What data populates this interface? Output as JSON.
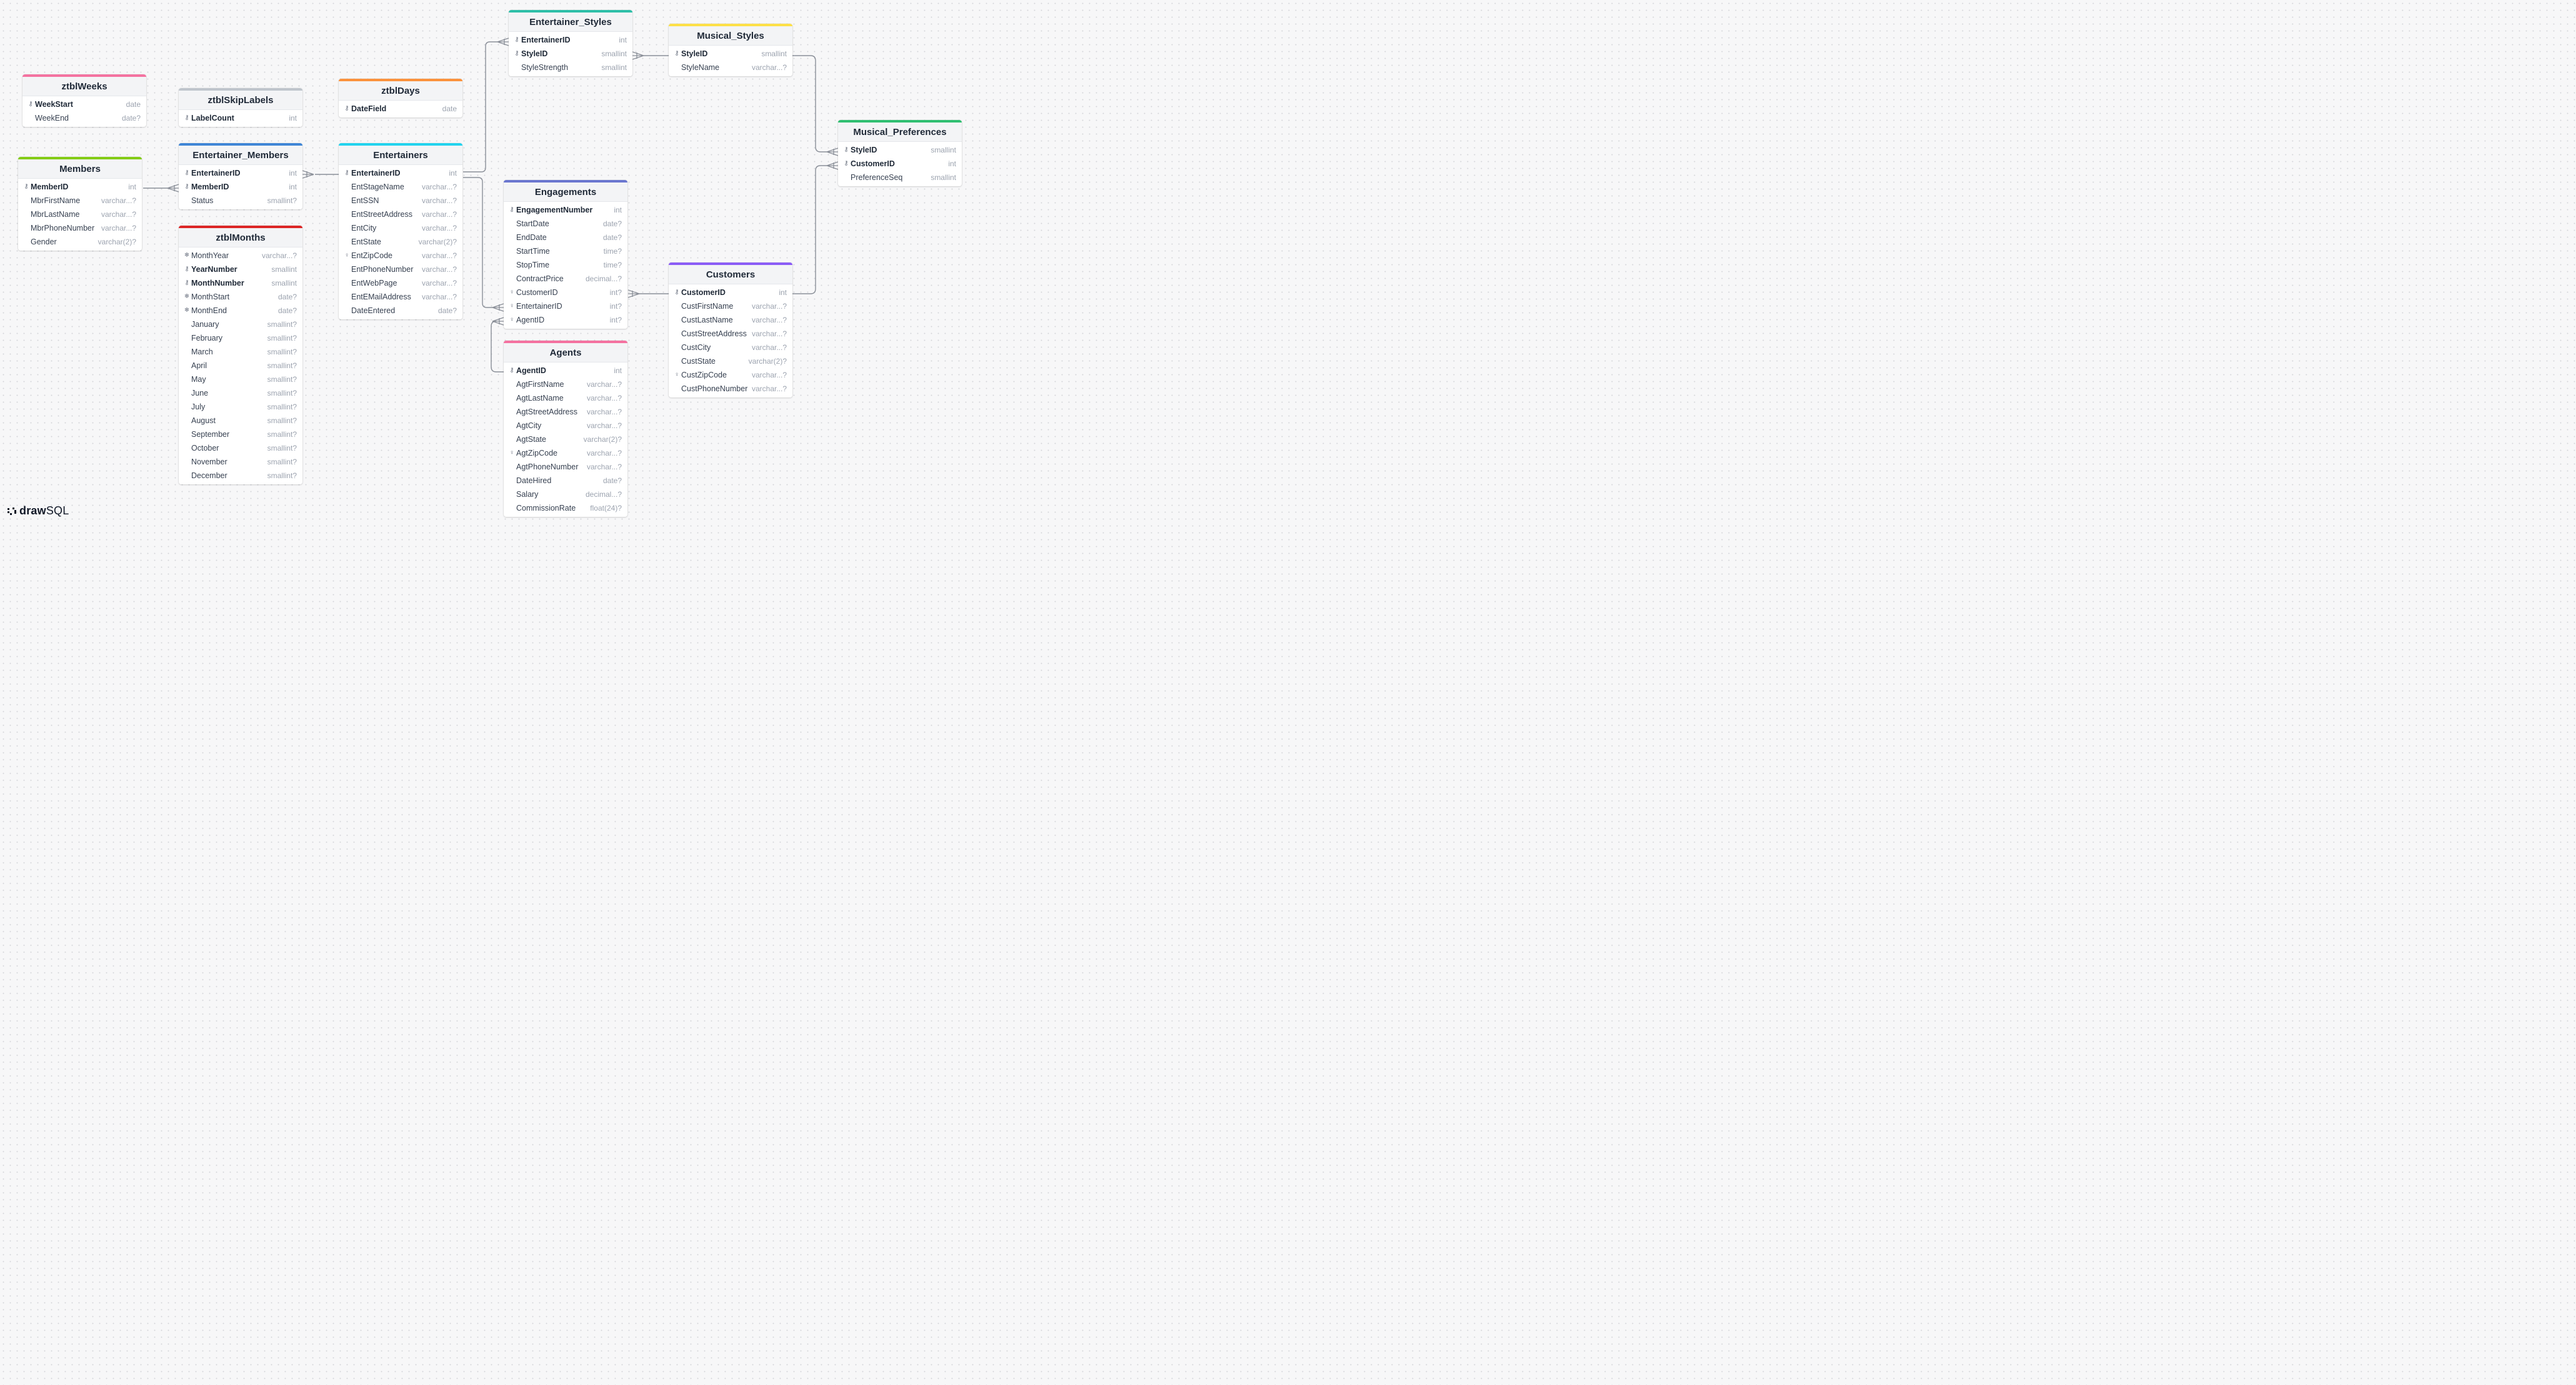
{
  "app": {
    "brand_bold": "draw",
    "brand_rest": "SQL"
  },
  "colors": {
    "grid_dot": "#d4d6da",
    "edge": "#8a8f98",
    "pink": "#f472a0",
    "gray": "#bfc5cc",
    "orange": "#fb923c",
    "teal": "#2dbfa8",
    "yellow": "#fde047",
    "green": "#2fbf71",
    "lime": "#84cc16",
    "blue": "#3f86d6",
    "cyan": "#22d3ee",
    "red": "#dc2626",
    "indigo": "#6a76cf",
    "purple": "#8b5cf6"
  },
  "tables": [
    {
      "id": "ztblWeeks",
      "name": "ztblWeeks",
      "color": "pink",
      "columns": [
        {
          "name": "WeekStart",
          "type": "date",
          "icon": "key",
          "pk": true
        },
        {
          "name": "WeekEnd",
          "type": "date?"
        }
      ]
    },
    {
      "id": "ztblSkipLabels",
      "name": "ztblSkipLabels",
      "color": "gray",
      "columns": [
        {
          "name": "LabelCount",
          "type": "int",
          "icon": "key",
          "pk": true
        }
      ]
    },
    {
      "id": "ztblDays",
      "name": "ztblDays",
      "color": "orange",
      "columns": [
        {
          "name": "DateField",
          "type": "date",
          "icon": "key",
          "pk": true
        }
      ]
    },
    {
      "id": "Entertainer_Styles",
      "name": "Entertainer_Styles",
      "color": "teal",
      "columns": [
        {
          "name": "EntertainerID",
          "type": "int",
          "icon": "key",
          "pk": true
        },
        {
          "name": "StyleID",
          "type": "smallint",
          "icon": "key",
          "pk": true
        },
        {
          "name": "StyleStrength",
          "type": "smallint"
        }
      ]
    },
    {
      "id": "Musical_Styles",
      "name": "Musical_Styles",
      "color": "yellow",
      "columns": [
        {
          "name": "StyleID",
          "type": "smallint",
          "icon": "key",
          "pk": true
        },
        {
          "name": "StyleName",
          "type": "varchar...?"
        }
      ]
    },
    {
      "id": "Musical_Preferences",
      "name": "Musical_Preferences",
      "color": "green",
      "columns": [
        {
          "name": "StyleID",
          "type": "smallint",
          "icon": "key",
          "pk": true
        },
        {
          "name": "CustomerID",
          "type": "int",
          "icon": "key",
          "pk": true
        },
        {
          "name": "PreferenceSeq",
          "type": "smallint"
        }
      ]
    },
    {
      "id": "Members",
      "name": "Members",
      "color": "lime",
      "columns": [
        {
          "name": "MemberID",
          "type": "int",
          "icon": "key",
          "pk": true
        },
        {
          "name": "MbrFirstName",
          "type": "varchar...?"
        },
        {
          "name": "MbrLastName",
          "type": "varchar...?"
        },
        {
          "name": "MbrPhoneNumber",
          "type": "varchar...?"
        },
        {
          "name": "Gender",
          "type": "varchar(2)?"
        }
      ]
    },
    {
      "id": "Entertainer_Members",
      "name": "Entertainer_Members",
      "color": "blue",
      "columns": [
        {
          "name": "EntertainerID",
          "type": "int",
          "icon": "key",
          "pk": true
        },
        {
          "name": "MemberID",
          "type": "int",
          "icon": "key",
          "pk": true
        },
        {
          "name": "Status",
          "type": "smallint?"
        }
      ]
    },
    {
      "id": "Entertainers",
      "name": "Entertainers",
      "color": "cyan",
      "columns": [
        {
          "name": "EntertainerID",
          "type": "int",
          "icon": "key",
          "pk": true
        },
        {
          "name": "EntStageName",
          "type": "varchar...?"
        },
        {
          "name": "EntSSN",
          "type": "varchar...?"
        },
        {
          "name": "EntStreetAddress",
          "type": "varchar...?"
        },
        {
          "name": "EntCity",
          "type": "varchar...?"
        },
        {
          "name": "EntState",
          "type": "varchar(2)?"
        },
        {
          "name": "EntZipCode",
          "type": "varchar...?",
          "icon": "index"
        },
        {
          "name": "EntPhoneNumber",
          "type": "varchar...?"
        },
        {
          "name": "EntWebPage",
          "type": "varchar...?"
        },
        {
          "name": "EntEMailAddress",
          "type": "varchar...?"
        },
        {
          "name": "DateEntered",
          "type": "date?"
        }
      ]
    },
    {
      "id": "ztblMonths",
      "name": "ztblMonths",
      "color": "red",
      "columns": [
        {
          "name": "MonthYear",
          "type": "varchar...?",
          "icon": "unique"
        },
        {
          "name": "YearNumber",
          "type": "smallint",
          "icon": "key",
          "pk": true
        },
        {
          "name": "MonthNumber",
          "type": "smallint",
          "icon": "key",
          "pk": true
        },
        {
          "name": "MonthStart",
          "type": "date?",
          "icon": "unique"
        },
        {
          "name": "MonthEnd",
          "type": "date?",
          "icon": "unique"
        },
        {
          "name": "January",
          "type": "smallint?"
        },
        {
          "name": "February",
          "type": "smallint?"
        },
        {
          "name": "March",
          "type": "smallint?"
        },
        {
          "name": "April",
          "type": "smallint?"
        },
        {
          "name": "May",
          "type": "smallint?"
        },
        {
          "name": "June",
          "type": "smallint?"
        },
        {
          "name": "July",
          "type": "smallint?"
        },
        {
          "name": "August",
          "type": "smallint?"
        },
        {
          "name": "September",
          "type": "smallint?"
        },
        {
          "name": "October",
          "type": "smallint?"
        },
        {
          "name": "November",
          "type": "smallint?"
        },
        {
          "name": "December",
          "type": "smallint?"
        }
      ]
    },
    {
      "id": "Engagements",
      "name": "Engagements",
      "color": "indigo",
      "columns": [
        {
          "name": "EngagementNumber",
          "type": "int",
          "icon": "key",
          "pk": true
        },
        {
          "name": "StartDate",
          "type": "date?"
        },
        {
          "name": "EndDate",
          "type": "date?"
        },
        {
          "name": "StartTime",
          "type": "time?"
        },
        {
          "name": "StopTime",
          "type": "time?"
        },
        {
          "name": "ContractPrice",
          "type": "decimal...?"
        },
        {
          "name": "CustomerID",
          "type": "int?",
          "icon": "index"
        },
        {
          "name": "EntertainerID",
          "type": "int?",
          "icon": "index"
        },
        {
          "name": "AgentID",
          "type": "int?",
          "icon": "index"
        }
      ]
    },
    {
      "id": "Customers",
      "name": "Customers",
      "color": "purple",
      "columns": [
        {
          "name": "CustomerID",
          "type": "int",
          "icon": "key",
          "pk": true
        },
        {
          "name": "CustFirstName",
          "type": "varchar...?"
        },
        {
          "name": "CustLastName",
          "type": "varchar...?"
        },
        {
          "name": "CustStreetAddress",
          "type": "varchar...?"
        },
        {
          "name": "CustCity",
          "type": "varchar...?"
        },
        {
          "name": "CustState",
          "type": "varchar(2)?"
        },
        {
          "name": "CustZipCode",
          "type": "varchar...?",
          "icon": "index"
        },
        {
          "name": "CustPhoneNumber",
          "type": "varchar...?"
        }
      ]
    },
    {
      "id": "Agents",
      "name": "Agents",
      "color": "pink",
      "columns": [
        {
          "name": "AgentID",
          "type": "int",
          "icon": "key",
          "pk": true
        },
        {
          "name": "AgtFirstName",
          "type": "varchar...?"
        },
        {
          "name": "AgtLastName",
          "type": "varchar...?"
        },
        {
          "name": "AgtStreetAddress",
          "type": "varchar...?"
        },
        {
          "name": "AgtCity",
          "type": "varchar...?"
        },
        {
          "name": "AgtState",
          "type": "varchar(2)?"
        },
        {
          "name": "AgtZipCode",
          "type": "varchar...?",
          "icon": "index"
        },
        {
          "name": "AgtPhoneNumber",
          "type": "varchar...?"
        },
        {
          "name": "DateHired",
          "type": "date?"
        },
        {
          "name": "Salary",
          "type": "decimal...?"
        },
        {
          "name": "CommissionRate",
          "type": "float(24)?"
        }
      ]
    }
  ],
  "relations": [
    {
      "from": "Members.MemberID",
      "to": "Entertainer_Members.MemberID"
    },
    {
      "from": "Entertainers.EntertainerID",
      "to": "Entertainer_Members.EntertainerID"
    },
    {
      "from": "Entertainers.EntertainerID",
      "to": "Entertainer_Styles.EntertainerID"
    },
    {
      "from": "Entertainers.EntertainerID",
      "to": "Engagements.EntertainerID"
    },
    {
      "from": "Musical_Styles.StyleID",
      "to": "Entertainer_Styles.StyleID"
    },
    {
      "from": "Musical_Styles.StyleID",
      "to": "Musical_Preferences.StyleID"
    },
    {
      "from": "Customers.CustomerID",
      "to": "Musical_Preferences.CustomerID"
    },
    {
      "from": "Customers.CustomerID",
      "to": "Engagements.CustomerID"
    },
    {
      "from": "Agents.AgentID",
      "to": "Engagements.AgentID"
    }
  ]
}
